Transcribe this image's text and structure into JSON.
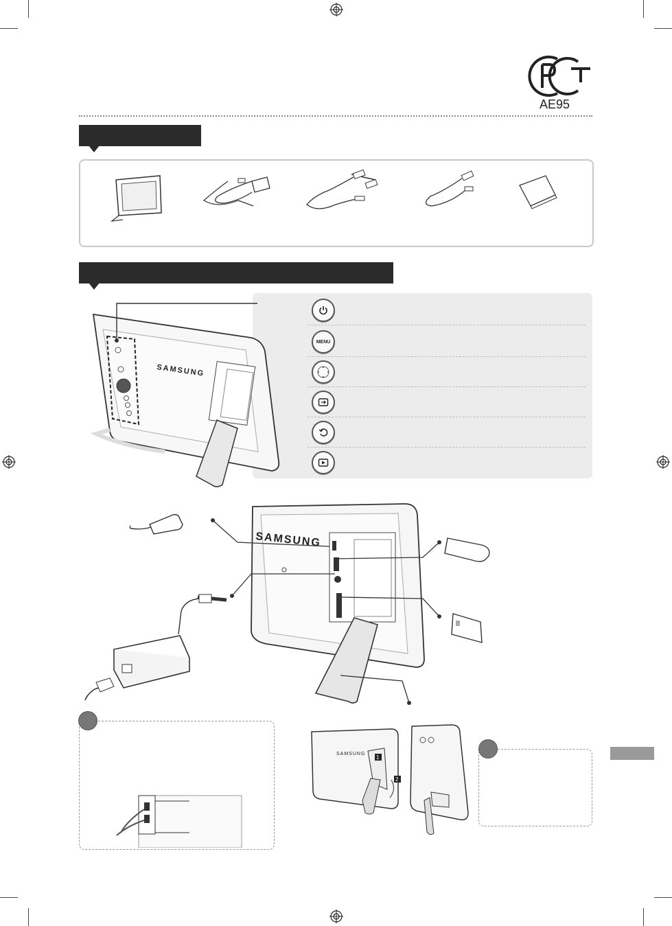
{
  "certification": {
    "code": "AE95"
  },
  "device": {
    "brand_front": "SAMSUNG",
    "brand_side": "SAMSUNG"
  },
  "buttons": [
    {
      "icon": "power-icon",
      "label": ""
    },
    {
      "icon": "menu-icon",
      "label": "MENU"
    },
    {
      "icon": "navigation-pad-icon",
      "label": ""
    },
    {
      "icon": "enter-icon",
      "label": ""
    },
    {
      "icon": "back-icon",
      "label": ""
    },
    {
      "icon": "slideshow-icon",
      "label": ""
    }
  ],
  "steps": {
    "one": "1",
    "two": "2"
  }
}
